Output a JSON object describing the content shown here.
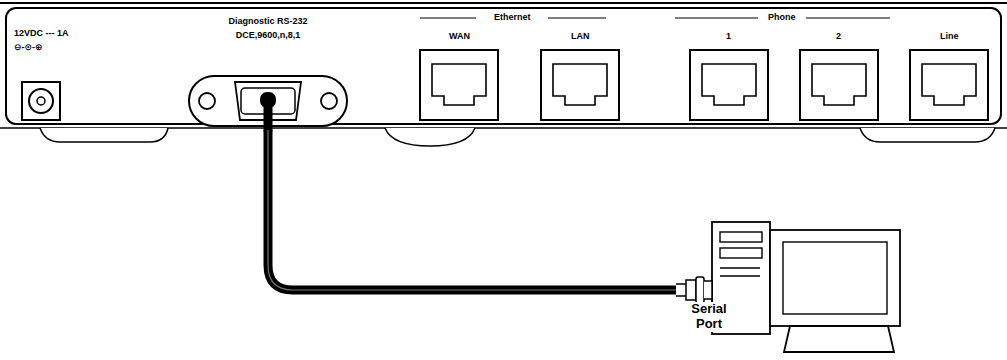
{
  "diagram": {
    "nodes": [
      {
        "text": [
          "Diagnostic RS-232",
          "DCE,9600,n,8,1"
        ]
      },
      {
        "text": [
          "Serial Port"
        ]
      }
    ],
    "edges": [
      {
        "from": 0,
        "to": 1,
        "arrow": "none"
      }
    ],
    "labels": [
      "12VDC --- 1A",
      "⊖-⊙-⊕",
      "Ethernet",
      "WAN",
      "LAN",
      "Phone",
      "1",
      "2",
      "Line"
    ]
  }
}
